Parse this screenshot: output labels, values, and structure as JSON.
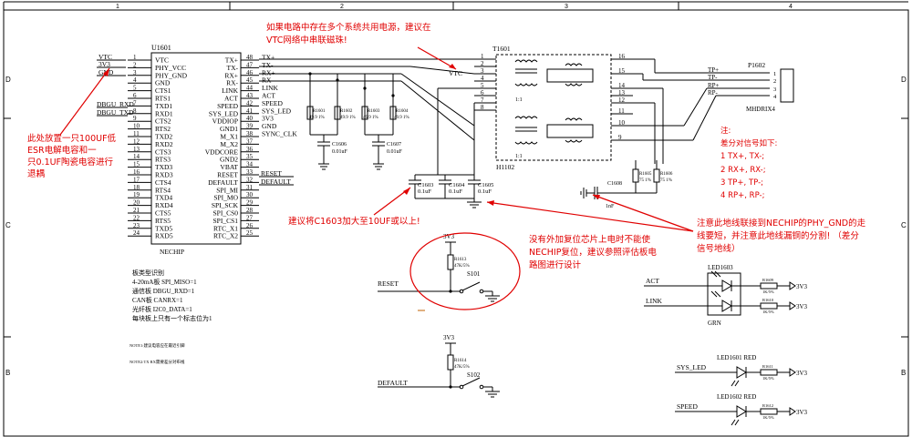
{
  "frame": {
    "col_labels": [
      "1",
      "2",
      "3",
      "4"
    ],
    "row_labels": [
      "D",
      "C",
      "B"
    ]
  },
  "u1601": {
    "ref": "U1601",
    "name": "NECHIP",
    "left_pins": [
      {
        "num": "1",
        "name": "VTC"
      },
      {
        "num": "2",
        "name": "PHY_VCC"
      },
      {
        "num": "3",
        "name": "PHY_GND"
      },
      {
        "num": "4",
        "name": "GND"
      },
      {
        "num": "5",
        "name": "CTS1"
      },
      {
        "num": "6",
        "name": "RTS1"
      },
      {
        "num": "7",
        "name": "TXD1"
      },
      {
        "num": "8",
        "name": "RXD1"
      },
      {
        "num": "9",
        "name": "CTS2"
      },
      {
        "num": "10",
        "name": "RTS2"
      },
      {
        "num": "11",
        "name": "TXD2"
      },
      {
        "num": "12",
        "name": "RXD2"
      },
      {
        "num": "13",
        "name": "CTS3"
      },
      {
        "num": "14",
        "name": "RTS3"
      },
      {
        "num": "15",
        "name": "TXD3"
      },
      {
        "num": "16",
        "name": "RXD3"
      },
      {
        "num": "17",
        "name": "CTS4"
      },
      {
        "num": "18",
        "name": "RTS4"
      },
      {
        "num": "19",
        "name": "TXD4"
      },
      {
        "num": "20",
        "name": "RXD4"
      },
      {
        "num": "21",
        "name": "CTS5"
      },
      {
        "num": "22",
        "name": "RTS5"
      },
      {
        "num": "23",
        "name": "TXD5"
      },
      {
        "num": "24",
        "name": "RXD5"
      }
    ],
    "right_pins": [
      {
        "num": "48",
        "name": "TX+"
      },
      {
        "num": "47",
        "name": "TX-"
      },
      {
        "num": "46",
        "name": "RX+"
      },
      {
        "num": "45",
        "name": "RX-"
      },
      {
        "num": "44",
        "name": "LINK"
      },
      {
        "num": "43",
        "name": "ACT"
      },
      {
        "num": "42",
        "name": "SPEED"
      },
      {
        "num": "41",
        "name": "SYS_LED"
      },
      {
        "num": "40",
        "name": "VDDIOP"
      },
      {
        "num": "39",
        "name": "GND1"
      },
      {
        "num": "38",
        "name": "M_X1"
      },
      {
        "num": "37",
        "name": "M_X2"
      },
      {
        "num": "36",
        "name": "VDDCORE"
      },
      {
        "num": "35",
        "name": "GND2"
      },
      {
        "num": "34",
        "name": "VBAT"
      },
      {
        "num": "33",
        "name": "RESET"
      },
      {
        "num": "32",
        "name": "DEFAULT"
      },
      {
        "num": "31",
        "name": "SPI_MI"
      },
      {
        "num": "30",
        "name": "SPI_MO"
      },
      {
        "num": "29",
        "name": "SPI_SCK"
      },
      {
        "num": "28",
        "name": "SPI_CS0"
      },
      {
        "num": "27",
        "name": "SPI_CS1"
      },
      {
        "num": "26",
        "name": "RTC_X1"
      },
      {
        "num": "25",
        "name": "RTC_X2"
      }
    ],
    "left_nets": [
      "VTC",
      "3V3",
      "GND"
    ],
    "dbg_nets": [
      "DBGU_RXD",
      "DBGU_TXD"
    ],
    "right_nets": [
      "TX+",
      "TX-",
      "RX+",
      "RX-",
      "LINK",
      "ACT",
      "SPEED",
      "SYS_LED",
      "3V3",
      "GND",
      "SYNC_CLK"
    ],
    "lower_nets": [
      "RESET",
      "DEFAULT"
    ]
  },
  "board_id": {
    "lines": [
      "板类型识别",
      "4-20mA板  SPI_MISO=1",
      "通信板    DBGU_RXD=1",
      "CAN板     CANRX=1",
      "光纤板    I2C0_DATA=1",
      "每块板上只有一个标志位为1"
    ],
    "note1": "NOTE1:建议电容应在最近引脚",
    "note2": "NOTE2:TX RX需要差分对布线"
  },
  "resistors_top": [
    {
      "ref": "R1601",
      "val": "49.9 1%"
    },
    {
      "ref": "R1602",
      "val": "49.9 1%"
    },
    {
      "ref": "R1603",
      "val": "49.9 1%"
    },
    {
      "ref": "R1604",
      "val": "49.9 1%"
    }
  ],
  "caps_top": [
    {
      "ref": "C1606",
      "val": "0.01uF"
    },
    {
      "ref": "C1607",
      "val": "0.01uF"
    }
  ],
  "caps_bottom": [
    {
      "ref": "C1603",
      "val": "0.1uF"
    },
    {
      "ref": "C1604",
      "val": "0.1uF"
    },
    {
      "ref": "C1605",
      "val": "0.1uF"
    }
  ],
  "t1601": {
    "ref": "T1601",
    "name": "H1102",
    "ratio": "1:1",
    "left_pins": [
      "1",
      "2",
      "3",
      "4",
      "5",
      "6",
      "7",
      "8"
    ],
    "right_pins": [
      "16",
      "15",
      "14",
      "13",
      "12",
      "11",
      "10",
      "9"
    ],
    "vtc": "VTC"
  },
  "p1602": {
    "ref": "P1602",
    "name": "MHDRIX4",
    "pins": [
      "1",
      "2",
      "3",
      "4"
    ],
    "nets": [
      "TP+",
      "TP-",
      "RP+",
      "RP-"
    ]
  },
  "rj_resistors": [
    {
      "ref": "R1605",
      "val": "75 1%"
    },
    {
      "ref": "R1606",
      "val": "75 1%"
    }
  ],
  "c1608": {
    "ref": "C1608",
    "val": "1nF"
  },
  "diff_note": {
    "title": "注:",
    "subtitle": "差分对信号如下:",
    "items": [
      "1  TX+, TX-;",
      "2  RX+, RX-;",
      "3  TP+, TP-;",
      "4  RP+, RP-;"
    ]
  },
  "reset_circuit": {
    "power": "3V3",
    "r_ref": "R1613",
    "r_val": "47K/5%",
    "switch": "S101",
    "net": "RESET"
  },
  "default_circuit": {
    "power": "3V3",
    "r_ref": "R1614",
    "r_val": "47K/5%",
    "switch": "S102",
    "net": "DEFAULT"
  },
  "led1603": {
    "ref": "LED1603",
    "color": "GRN",
    "rows": [
      {
        "net": "ACT",
        "r_ref": "R1609",
        "r_val": "1K/5%",
        "pwr": "3V3"
      },
      {
        "net": "LINK",
        "r_ref": "R1610",
        "r_val": "1K/5%",
        "pwr": "3V3"
      }
    ]
  },
  "led1601": {
    "ref": "LED1601 RED",
    "net": "SYS_LED",
    "r_ref": "R1611",
    "r_val": "1K/5%",
    "pwr": "3V3"
  },
  "led1602": {
    "ref": "LED1602 RED",
    "net": "SPEED",
    "r_ref": "R1612",
    "r_val": "1K/5%",
    "pwr": "3V3"
  },
  "annotations": {
    "power_tip": [
      "如果电路中存在多个系统共用电源，建议在",
      "VTC网络中串联磁珠!"
    ],
    "cap_tip": [
      "此处放置一只100UF低",
      "ESR电解电容和一",
      "只0.1UF陶瓷电容进行",
      "退耦"
    ],
    "c1603_tip": "建议将C1603加大至10UF或以上!",
    "reset_tip": [
      "没有外加复位芯片上电时不能使",
      "NECHIP复位，建议参照评估板电",
      "路图进行设计"
    ],
    "gnd_tip": [
      "注意此地线联接到NECHIP的PHY_GND的走",
      "线要短，并注意此地线漏铜的分割! （差分",
      "信号地线）"
    ]
  },
  "colors": {
    "annotation": "#e00000",
    "wire": "#000000"
  }
}
